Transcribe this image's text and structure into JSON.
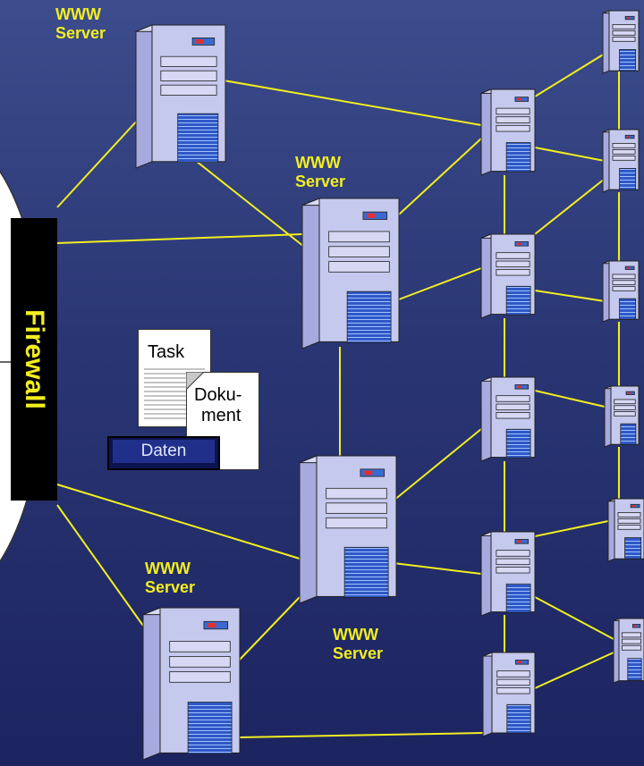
{
  "labels": {
    "www_server_1": [
      "WWW",
      "Server"
    ],
    "www_server_2": [
      "WWW",
      "Server"
    ],
    "www_server_3": [
      "WWW",
      "Server"
    ],
    "www_server_4": [
      "WWW",
      "Server"
    ]
  },
  "firewall": {
    "label": "Firewall"
  },
  "documents": {
    "task": "Task",
    "dokument_line1": "Doku-",
    "dokument_line2": "ment",
    "daten": "Daten"
  },
  "colors": {
    "background_top": "#3c4c8c",
    "background_bottom": "#1c2460",
    "link_line": "#f2ee20",
    "label_text": "#f2ee20",
    "firewall_bar": "#000000",
    "server_body": "#c6c9ee",
    "server_panel": "#3a6ad0"
  }
}
